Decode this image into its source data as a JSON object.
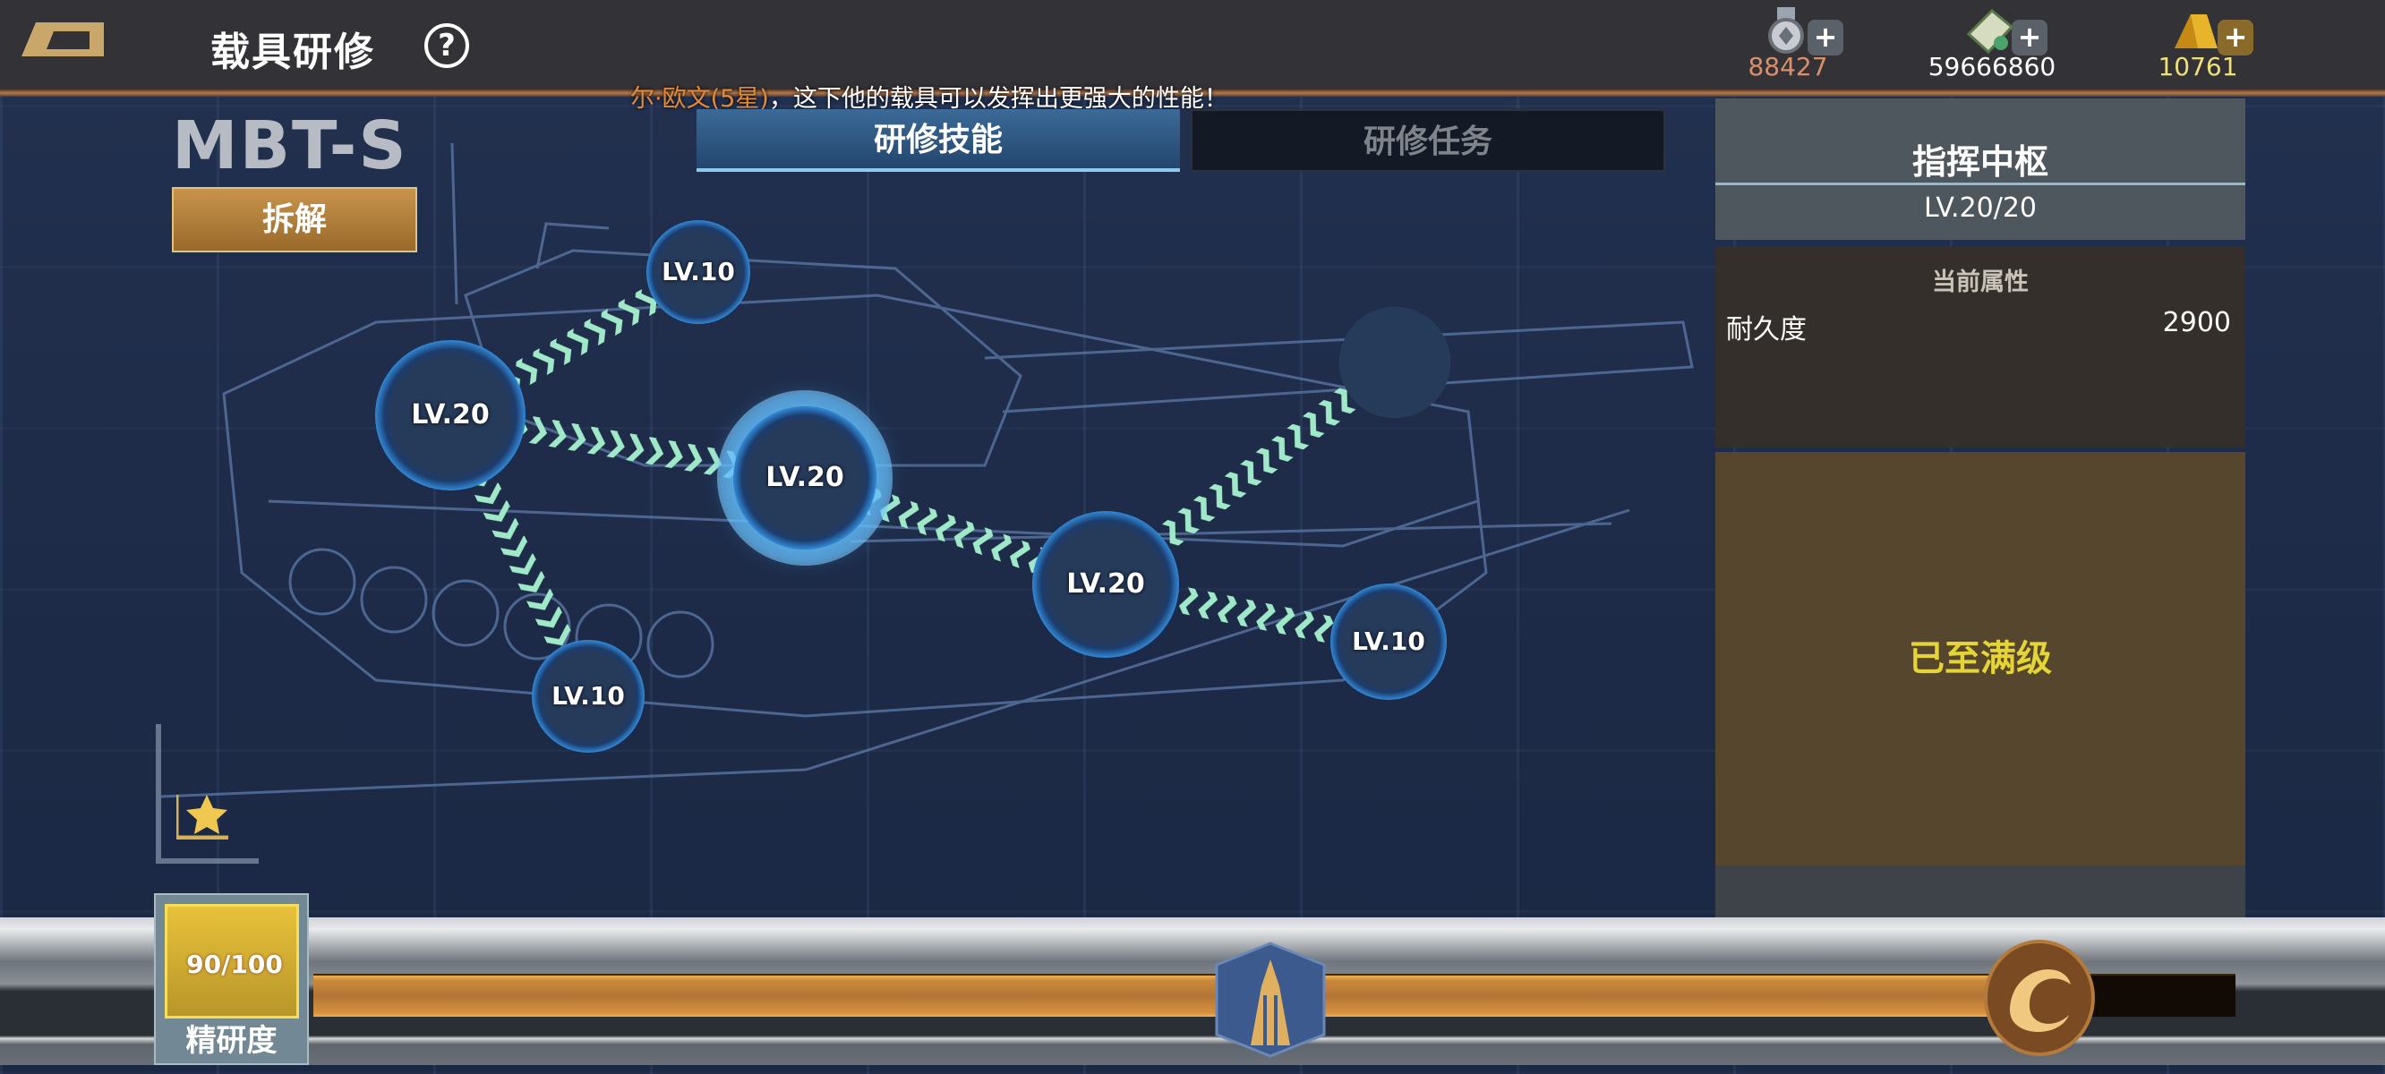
{
  "header": {
    "title": "载具研修",
    "help_icon": "?"
  },
  "currencies": [
    {
      "name": "medal",
      "value": "88427",
      "color": "#d9906a"
    },
    {
      "name": "cash",
      "value": "59666860",
      "color": "#ffffff"
    },
    {
      "name": "gold",
      "value": "10761",
      "color": "#f0e07a"
    }
  ],
  "ticker": {
    "highlight": "尔·欧文(5星)",
    "text": "，这下他的载具可以发挥出更强大的性能！"
  },
  "vehicle": {
    "name": "MBT-S",
    "dismantle_label": "拆解"
  },
  "tabs": [
    {
      "label": "研修技能",
      "active": true
    },
    {
      "label": "研修任务",
      "active": false
    }
  ],
  "nodes": [
    {
      "label": "LV.10"
    },
    {
      "label": "LV.20"
    },
    {
      "label": "LV.20",
      "selected": true
    },
    {
      "label": ""
    },
    {
      "label": "LV.20"
    },
    {
      "label": "LV.10"
    },
    {
      "label": "LV.10"
    }
  ],
  "detail": {
    "title": "指挥中枢",
    "level": "LV.20/20",
    "attr_header": "当前属性",
    "attr_name": "耐久度",
    "attr_value": "2900",
    "status": "已至满级"
  },
  "progress": {
    "value": "90/100",
    "fraction": 0.9,
    "label": "精研度"
  }
}
